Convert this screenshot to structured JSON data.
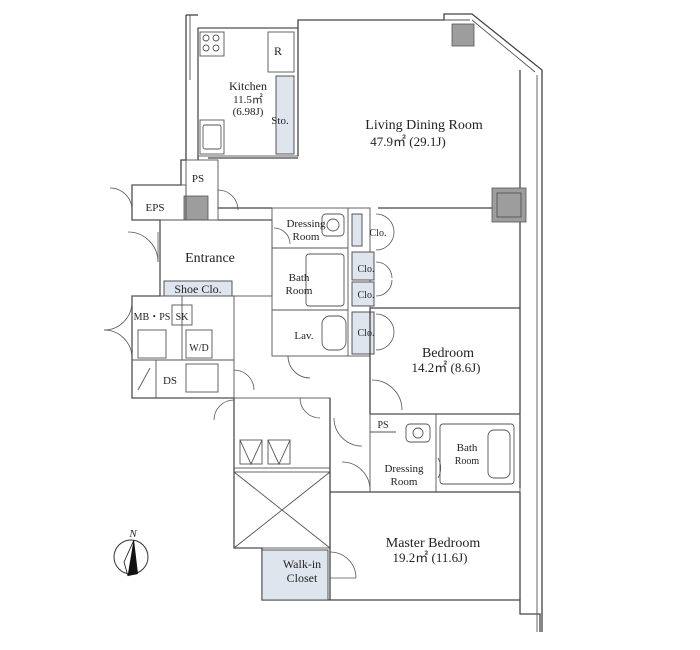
{
  "rooms": {
    "kitchen": {
      "name": "Kitchen",
      "area": "11.5㎡",
      "tatami": "(6.98J)"
    },
    "refrigerator": "R",
    "storage": "Sto.",
    "living": {
      "name": "Living Dining Room",
      "area": "47.9㎡ (29.1J)"
    },
    "ps_upper": "PS",
    "eps": "EPS",
    "entrance": "Entrance",
    "shoe_closet": "Shoe Clo.",
    "mb_ps": "MB・PS",
    "sk": "SK",
    "wd": "W/D",
    "ds": "DS",
    "dressing_room_1": {
      "line1": "Dressing",
      "line2": "Room"
    },
    "ps_dressing": "PS",
    "bath_room_1": {
      "line1": "Bath",
      "line2": "Room"
    },
    "lavatory": "Lav.",
    "closets": [
      "Clo.",
      "Clo.",
      "Clo.",
      "Clo."
    ],
    "bedroom": {
      "name": "Bedroom",
      "area": "14.2㎡ (8.6J)"
    },
    "ps_master": "PS",
    "dressing_room_2": {
      "line1": "Dressing",
      "line2": "Room"
    },
    "bath_room_2": {
      "line1": "Bath",
      "line2": "Room"
    },
    "master_bedroom": {
      "name": "Master Bedroom",
      "area": "19.2㎡ (11.6J)"
    },
    "walk_in_closet": {
      "line1": "Walk-in",
      "line2": "Closet"
    }
  },
  "compass": {
    "label": "N"
  },
  "colors": {
    "wall": "#444444",
    "closet_fill": "#dfe5ee",
    "column_fill": "#9d9d9d"
  }
}
